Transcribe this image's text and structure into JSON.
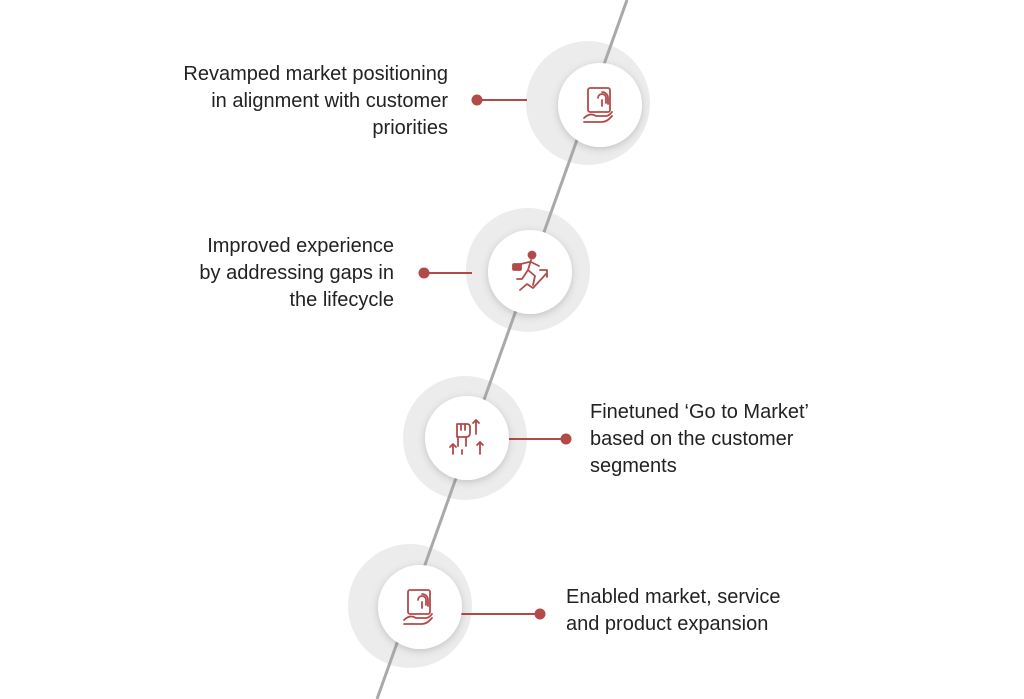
{
  "colors": {
    "accent": "#b34a4a",
    "diagonal": "#a9a9a9",
    "halo": "#ececec",
    "circle": "#ffffff",
    "text": "#222222"
  },
  "milestones": [
    {
      "icon": "hand-fingerprint-icon",
      "lines": [
        "Revamped market positioning",
        "in alignment with customer",
        "priorities"
      ]
    },
    {
      "icon": "businessman-climbing-arrow-icon",
      "lines": [
        "Improved experience",
        "by addressing gaps in",
        "the lifecycle"
      ]
    },
    {
      "icon": "fist-up-arrows-icon",
      "lines": [
        "Finetuned ‘Go to Market’",
        "based on the customer",
        "segments"
      ]
    },
    {
      "icon": "hand-fingerprint-icon",
      "lines": [
        "Enabled market, service",
        "and product expansion"
      ]
    }
  ]
}
